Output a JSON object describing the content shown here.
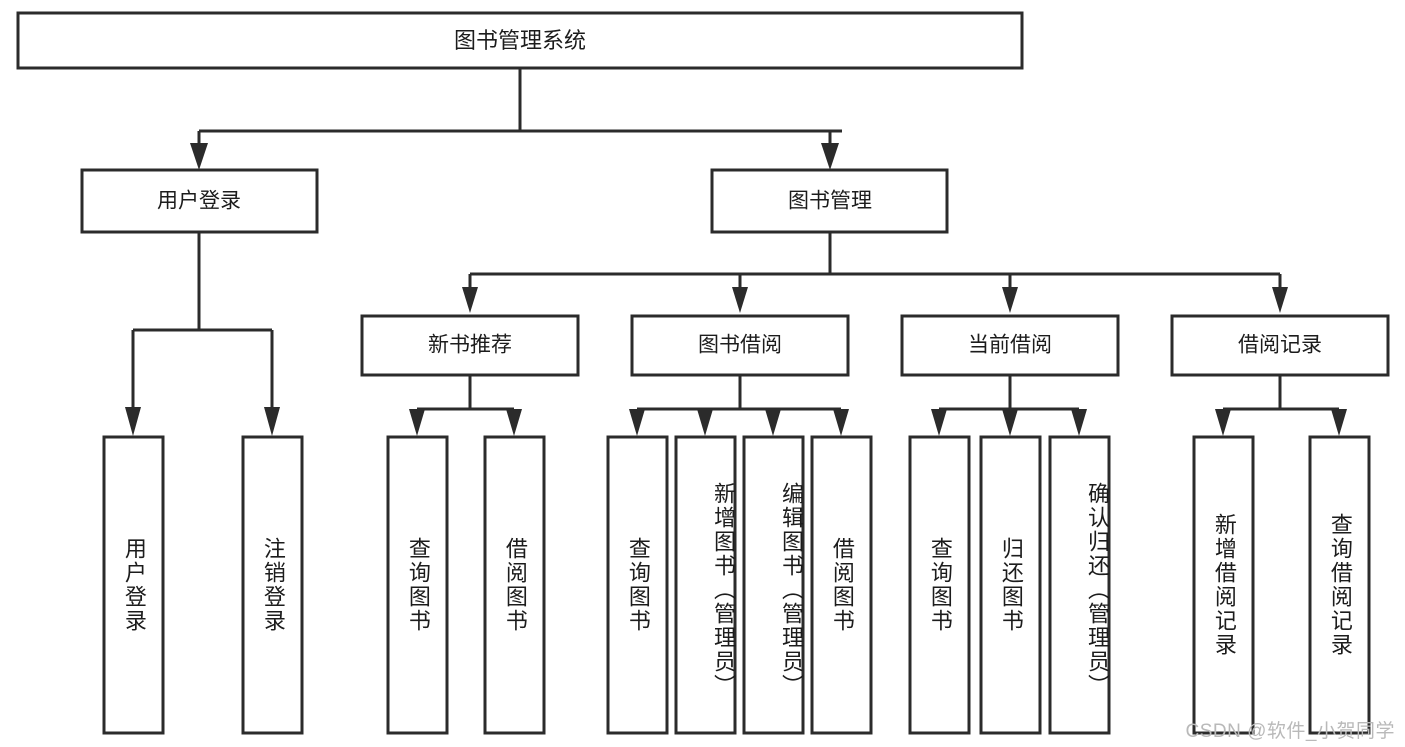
{
  "diagram": {
    "title": "图书管理系统",
    "type": "tree-hierarchy",
    "root": {
      "label": "图书管理系统"
    },
    "level2": [
      {
        "label": "用户登录"
      },
      {
        "label": "图书管理"
      }
    ],
    "level3": [
      {
        "label": "新书推荐"
      },
      {
        "label": "图书借阅"
      },
      {
        "label": "当前借阅"
      },
      {
        "label": "借阅记录"
      }
    ],
    "leaves": {
      "user_login": [
        {
          "label": "用户登录"
        },
        {
          "label": "注销登录"
        }
      ],
      "new_book_recommend": [
        {
          "label": "查询图书"
        },
        {
          "label": "借阅图书"
        }
      ],
      "book_borrow": [
        {
          "label": "查询图书"
        },
        {
          "label": "新增图书（管理员）"
        },
        {
          "label": "编辑图书（管理员）"
        },
        {
          "label": "借阅图书"
        }
      ],
      "current_borrow": [
        {
          "label": "查询图书"
        },
        {
          "label": "归还图书"
        },
        {
          "label": "确认归还（管理员）"
        }
      ],
      "borrow_record": [
        {
          "label": "新增借阅记录"
        },
        {
          "label": "查询借阅记录"
        }
      ]
    }
  },
  "watermark": {
    "text": "CSDN @软件_小贺同学"
  },
  "colors": {
    "stroke": "#2b2b2b",
    "fill": "#ffffff",
    "text": "#1c1c1c",
    "watermark": "#b9b9b9"
  }
}
